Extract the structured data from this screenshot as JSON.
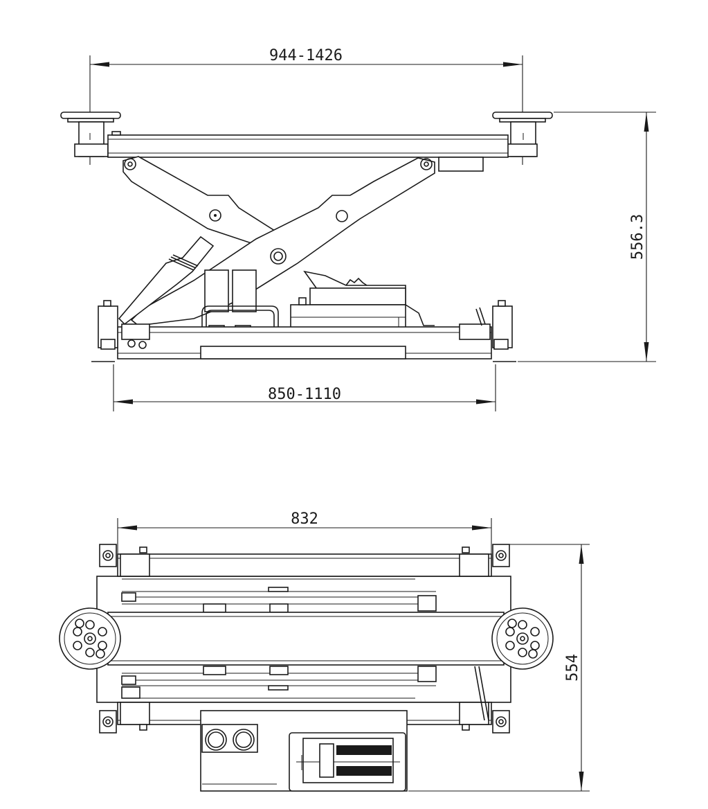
{
  "drawing": {
    "front_view": {
      "top_width_dimension": "944-1426",
      "height_dimension": "556.3",
      "base_width_dimension": "850-1110"
    },
    "top_view": {
      "width_dimension": "832",
      "depth_dimension": "554"
    }
  }
}
